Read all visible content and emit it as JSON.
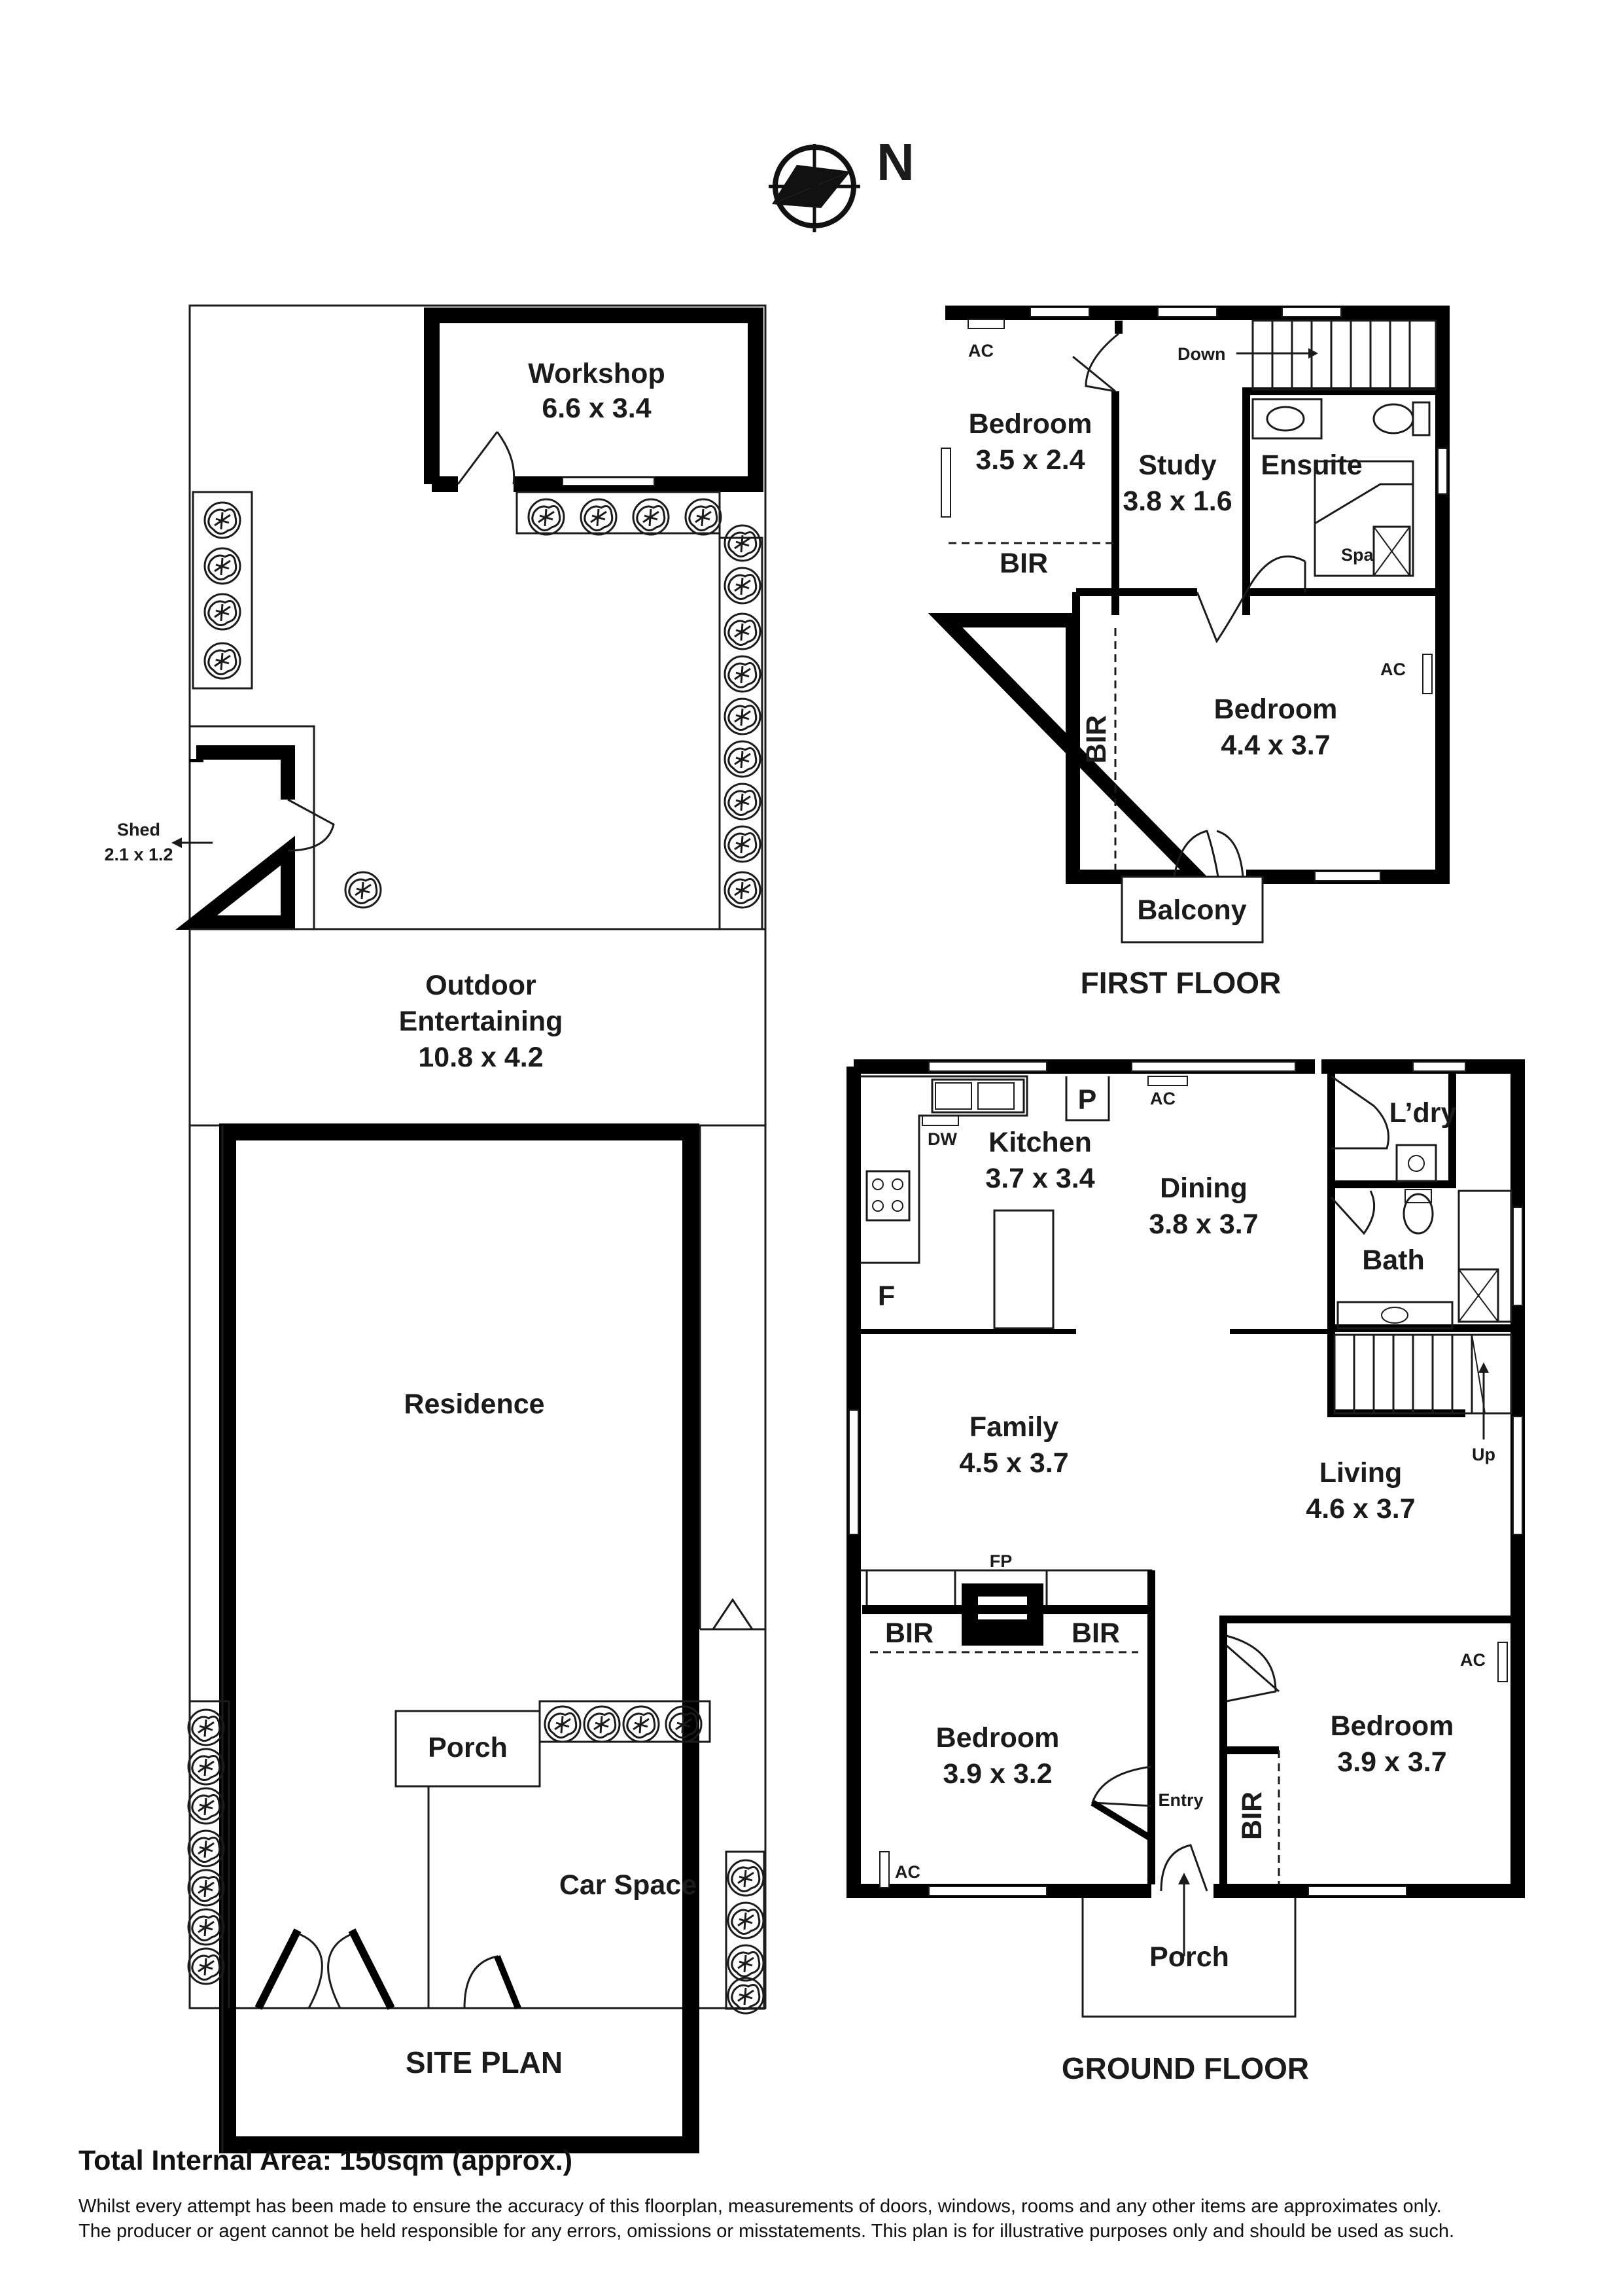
{
  "compass": {
    "label": "N",
    "icon": "north-arrow-icon"
  },
  "site_plan": {
    "title": "SITE PLAN",
    "workshop": {
      "name": "Workshop",
      "dim": "6.6 x 3.4"
    },
    "shed": {
      "name": "Shed",
      "dim": "2.1 x 1.2"
    },
    "outdoor": {
      "line1": "Outdoor",
      "line2": "Entertaining",
      "dim": "10.8 x 4.2"
    },
    "residence": "Residence",
    "porch": "Porch",
    "car_space": "Car Space"
  },
  "first_floor": {
    "title": "FIRST FLOOR",
    "bedroom_small": {
      "name": "Bedroom",
      "dim": "3.5 x 2.4"
    },
    "bir_top": "BIR",
    "study": {
      "name": "Study",
      "dim": "3.8 x 1.6"
    },
    "ensuite": "Ensuite",
    "spa": "Spa",
    "down": "Down",
    "ac_1": "AC",
    "ac_2": "AC",
    "bedroom_main": {
      "name": "Bedroom",
      "dim": "4.4 x 3.7"
    },
    "bir_side": "BIR",
    "balcony": "Balcony"
  },
  "ground_floor": {
    "title": "GROUND FLOOR",
    "kitchen": {
      "name": "Kitchen",
      "dim": "3.7 x 3.4"
    },
    "pantry": "P",
    "dw": "DW",
    "fridge": "F",
    "dining": {
      "name": "Dining",
      "dim": "3.8 x 3.7"
    },
    "ac_dining": "AC",
    "laundry": "L’dry",
    "bath": "Bath",
    "family": {
      "name": "Family",
      "dim": "4.5 x 3.7"
    },
    "living": {
      "name": "Living",
      "dim": "4.6 x 3.7"
    },
    "up": "Up",
    "fp": "FP",
    "bir_1": "BIR",
    "bir_2": "BIR",
    "bedroom_left": {
      "name": "Bedroom",
      "dim": "3.9 x 3.2"
    },
    "ac_left": "AC",
    "entry": "Entry",
    "bedroom_right": {
      "name": "Bedroom",
      "dim": "3.9 x 3.7"
    },
    "ac_right": "AC",
    "bir_3": "BIR",
    "porch": "Porch"
  },
  "footer": {
    "area": "Total Internal Area: 150sqm (approx.)",
    "disclaimer_line1": "Whilst every attempt has been made to ensure the accuracy of this floorplan, measurements of doors, windows, rooms and any other items are approximates only.",
    "disclaimer_line2": "The producer or agent cannot be held responsible for any errors, omissions or misstatements. This plan is for illustrative purposes only and should be used as such."
  },
  "colors": {
    "wall": "#000000",
    "line": "#1b1b1b",
    "window": "#ffffff"
  }
}
